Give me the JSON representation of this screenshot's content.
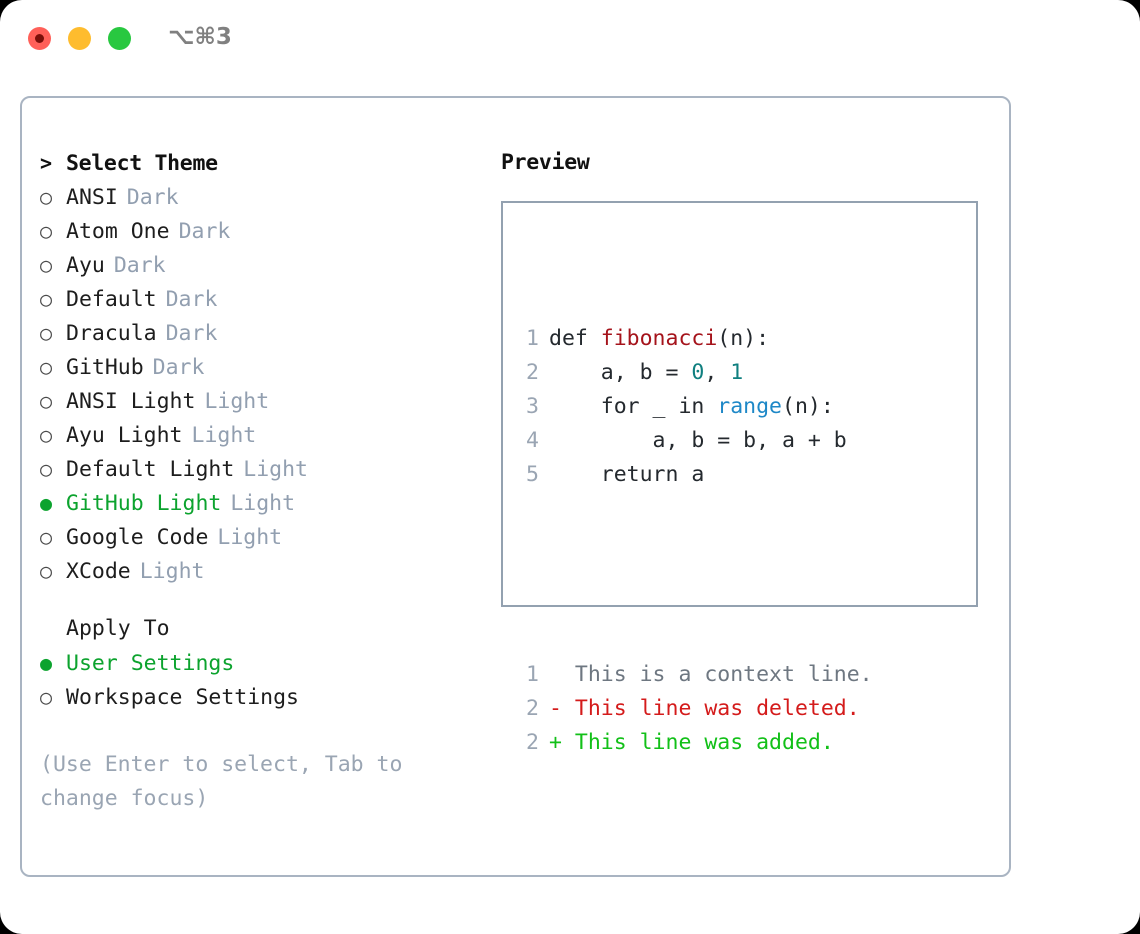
{
  "window": {
    "title": "⌥⌘3",
    "traffic_lights": [
      {
        "name": "close",
        "color": "#ff6059"
      },
      {
        "name": "minimize",
        "color": "#febc2e"
      },
      {
        "name": "maximize",
        "color": "#28c840"
      }
    ]
  },
  "theme_select": {
    "header": {
      "marker": ">",
      "label": "Select Theme"
    },
    "items": [
      {
        "marker": "○",
        "label": "ANSI",
        "variant": "Dark",
        "selected": false
      },
      {
        "marker": "○",
        "label": "Atom One",
        "variant": "Dark",
        "selected": false
      },
      {
        "marker": "○",
        "label": "Ayu",
        "variant": "Dark",
        "selected": false
      },
      {
        "marker": "○",
        "label": "Default",
        "variant": "Dark",
        "selected": false
      },
      {
        "marker": "○",
        "label": "Dracula",
        "variant": "Dark",
        "selected": false
      },
      {
        "marker": "○",
        "label": "GitHub",
        "variant": "Dark",
        "selected": false
      },
      {
        "marker": "○",
        "label": "ANSI Light",
        "variant": "Light",
        "selected": false
      },
      {
        "marker": "○",
        "label": "Ayu Light",
        "variant": "Light",
        "selected": false
      },
      {
        "marker": "○",
        "label": "Default Light",
        "variant": "Light",
        "selected": false
      },
      {
        "marker": "●",
        "label": "GitHub Light",
        "variant": "Light",
        "selected": true
      },
      {
        "marker": "○",
        "label": "Google Code",
        "variant": "Light",
        "selected": false
      },
      {
        "marker": "○",
        "label": "XCode",
        "variant": "Light",
        "selected": false
      }
    ]
  },
  "apply_to": {
    "header": {
      "marker": " ",
      "label": "Apply To"
    },
    "items": [
      {
        "marker": "●",
        "label": "User Settings",
        "selected": true
      },
      {
        "marker": "○",
        "label": "Workspace Settings",
        "selected": false
      }
    ]
  },
  "hint": "(Use Enter to select, Tab to change focus)",
  "preview": {
    "title": "Preview",
    "code_lines": [
      {
        "no": "1",
        "tokens": [
          {
            "t": "def ",
            "c": "plain"
          },
          {
            "t": "fibonacci",
            "c": "fn"
          },
          {
            "t": "(n):",
            "c": "plain"
          }
        ]
      },
      {
        "no": "2",
        "tokens": [
          {
            "t": "    a, b = ",
            "c": "plain"
          },
          {
            "t": "0",
            "c": "num"
          },
          {
            "t": ", ",
            "c": "plain"
          },
          {
            "t": "1",
            "c": "num"
          }
        ]
      },
      {
        "no": "3",
        "tokens": [
          {
            "t": "    for _ in ",
            "c": "plain"
          },
          {
            "t": "range",
            "c": "call"
          },
          {
            "t": "(n):",
            "c": "plain"
          }
        ]
      },
      {
        "no": "4",
        "tokens": [
          {
            "t": "        a, b = b, a + b",
            "c": "plain"
          }
        ]
      },
      {
        "no": "5",
        "tokens": [
          {
            "t": "    return a",
            "c": "plain"
          }
        ]
      }
    ],
    "diff_lines": [
      {
        "no": "1",
        "sign": " ",
        "text": " This is a context line.",
        "kind": "ctx"
      },
      {
        "no": "2",
        "sign": "-",
        "text": " This line was deleted.",
        "kind": "del"
      },
      {
        "no": "2",
        "sign": "+",
        "text": " This line was added.",
        "kind": "add"
      }
    ]
  },
  "colors": {
    "accent_green": "#0ca32e",
    "panel_border": "#a9b4c2",
    "preview_border": "#93a1b0",
    "muted": "#929fb0",
    "code_fn": "#a5131b",
    "code_num": "#0f7f7f",
    "code_call": "#1e88c7",
    "diff_del": "#d41b1b",
    "diff_add": "#12c018"
  }
}
